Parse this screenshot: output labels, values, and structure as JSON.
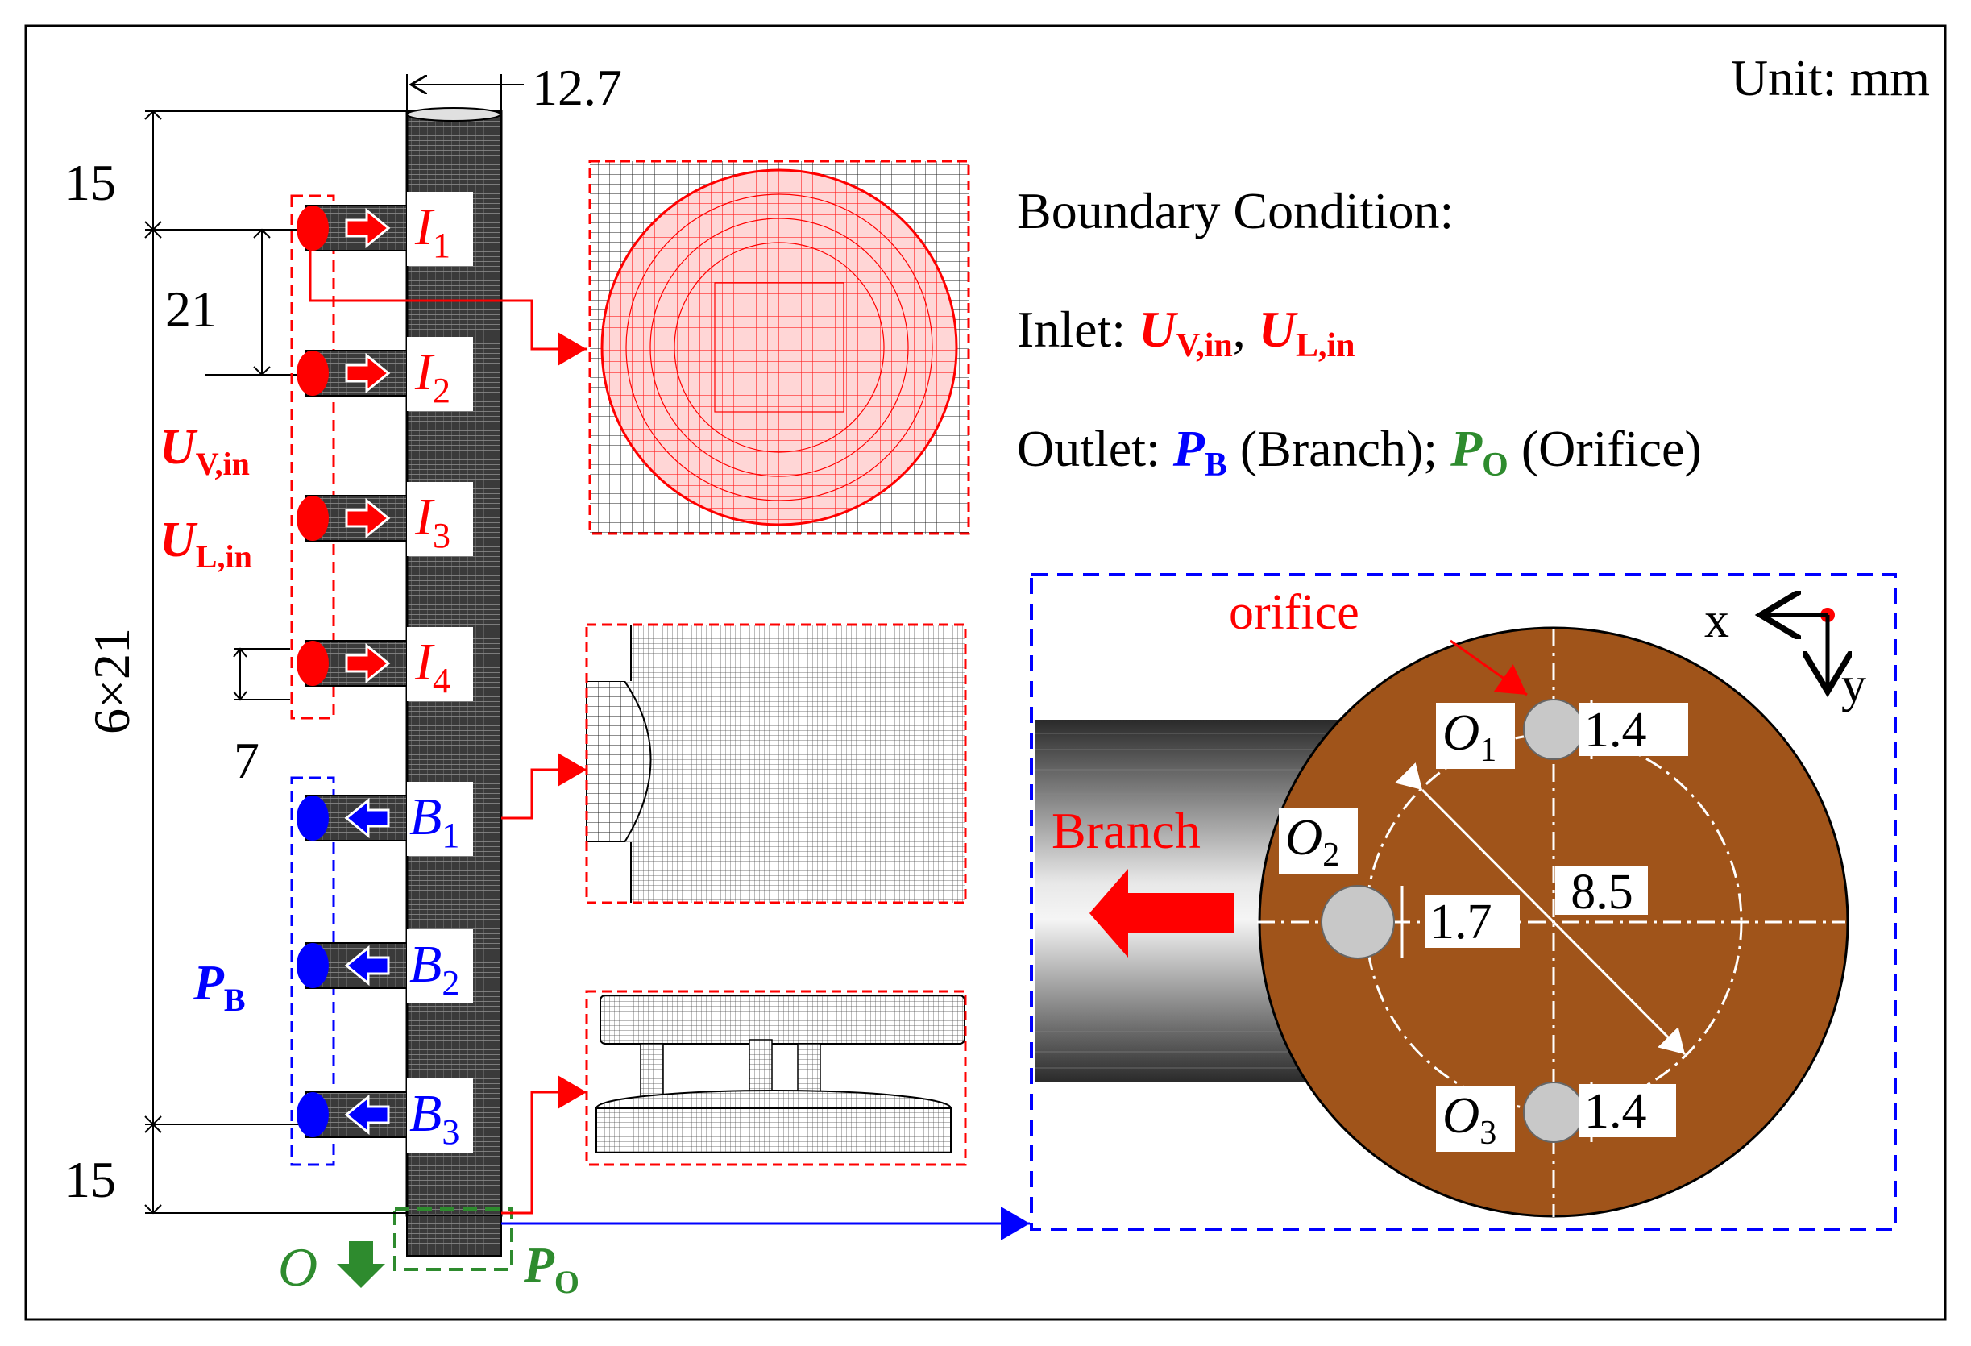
{
  "colors": {
    "inlet": "#ff0000",
    "branch": "#0000ff",
    "orifice_outlet": "#2e8b2e",
    "orifice_plate": "#a0541a",
    "mesh": "#111111",
    "hole": "#c8c8c8"
  },
  "unit_label": "Unit: mm",
  "dimensions": {
    "pipe_diameter": "12.7",
    "top_offset": "15",
    "inlet_spacing": "21",
    "total_span": "6×21",
    "branch_diameter": "7",
    "bottom_offset": "15"
  },
  "boundary": {
    "heading": "Boundary Condition:",
    "inlet_prefix": "Inlet: ",
    "u_letter": "U",
    "v_in_sub": "V,in",
    "l_in_sub": "L,in",
    "comma": ", ",
    "outlet_prefix": "Outlet: ",
    "p_letter": "P",
    "b_sub": "B",
    "branch_text": " (Branch); ",
    "o_sub": "O",
    "orifice_text": " (Orifice)"
  },
  "ports": {
    "inlets": [
      {
        "letter": "I",
        "sub": "1"
      },
      {
        "letter": "I",
        "sub": "2"
      },
      {
        "letter": "I",
        "sub": "3"
      },
      {
        "letter": "I",
        "sub": "4"
      }
    ],
    "branches": [
      {
        "letter": "B",
        "sub": "1"
      },
      {
        "letter": "B",
        "sub": "2"
      },
      {
        "letter": "B",
        "sub": "3"
      }
    ],
    "orifice_letter": "O"
  },
  "left_labels": {
    "u_letter": "U",
    "v_in_sub": "V,in",
    "l_in_sub": "L,in",
    "p_letter": "P",
    "b_sub": "B",
    "o_sub": "O"
  },
  "detail": {
    "orifice_label": "orifice",
    "branch_label": "Branch",
    "axis_x": "x",
    "axis_y": "y",
    "holes": [
      {
        "letter": "O",
        "sub": "1",
        "size": "1.4"
      },
      {
        "letter": "O",
        "sub": "2",
        "size": "1.7"
      },
      {
        "letter": "O",
        "sub": "3",
        "size": "1.4"
      }
    ],
    "pitch_diameter": "8.5"
  }
}
